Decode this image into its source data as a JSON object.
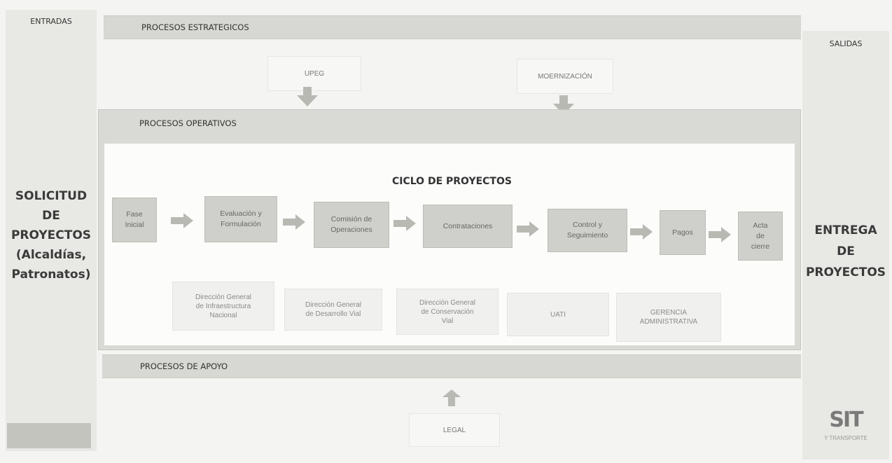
{
  "columns": {
    "entradas": "ENTRADAS",
    "salidas": "SALIDAS"
  },
  "bands": {
    "estrategicos": "PROCESOS ESTRATEGICOS",
    "operativos": "PROCESOS OPERATIVOS",
    "apoyo": "PROCESOS DE APOYO"
  },
  "inputs": {
    "line1": "SOLICITUD",
    "line2": "DE",
    "line3": "PROYECTOS",
    "line4": "(Alcaldías,",
    "line5": "Patronatos)"
  },
  "outputs": {
    "line1": "ENTREGA",
    "line2": "DE",
    "line3": "PROYECTOS"
  },
  "strategic": {
    "upeg": "UPEG",
    "modernizacion": "MOERNIZACIÓN"
  },
  "cycle_title": "CICLO DE PROYECTOS",
  "stages": {
    "s1a": "Fase",
    "s1b": "Inicial",
    "s2a": "Evaluación y",
    "s2b": "Formulación",
    "s3a": "Comisión de",
    "s3b": "Operaciones",
    "s4a": "Contrataciones",
    "s5a": "Control y",
    "s5b": "Seguimiento",
    "s6a": "Pagos",
    "s7a": "Acta",
    "s7b": "de",
    "s7c": "cierre"
  },
  "departments": {
    "d1a": "Dirección General",
    "d1b": "de Infraestructura",
    "d1c": "Nacional",
    "d2a": "Dirección General",
    "d2b": "de Desarrollo Vial",
    "d3a": "Dirección General",
    "d3b": "de Conservación",
    "d3c": "Vial",
    "d4a": "UATI",
    "d5a": "GERENCIA",
    "d5b": "ADMINISTRATIVA"
  },
  "support": {
    "legal": "LEGAL"
  },
  "logo": {
    "mark": "SIT",
    "sub": "Y TRANSPORTE"
  },
  "colors": {
    "band": "#d7d7d3",
    "stage": "#cfcfcb",
    "arrow": "#b9b9b4"
  }
}
